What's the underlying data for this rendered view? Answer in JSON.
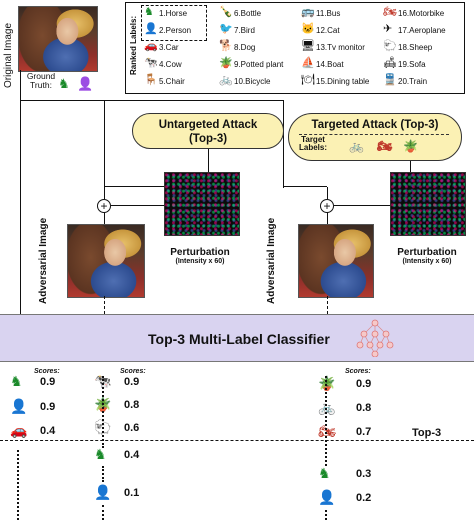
{
  "left_labels": {
    "original_image": "Original Image",
    "ground_truth": "Ground\nTruth:",
    "adversarial_image": "Adversarial Image"
  },
  "ranked_labels": {
    "title": "Ranked Labels:",
    "items": [
      {
        "text": "1.Horse",
        "icon": "horse-icon",
        "glyph": "♞",
        "color": "#1a8a2a"
      },
      {
        "text": "2.Person",
        "icon": "person-icon",
        "glyph": "👤",
        "color": "#1a8a2a"
      },
      {
        "text": "3.Car",
        "icon": "car-icon",
        "glyph": "🚗",
        "color": "#111111"
      },
      {
        "text": "4.Cow",
        "icon": "cow-icon",
        "glyph": "🐄",
        "color": "#111111"
      },
      {
        "text": "5.Chair",
        "icon": "chair-icon",
        "glyph": "🪑",
        "color": "#111111"
      },
      {
        "text": "6.Bottle",
        "icon": "bottle-icon",
        "glyph": "🍾",
        "color": "#111111"
      },
      {
        "text": "7.Bird",
        "icon": "bird-icon",
        "glyph": "🐦",
        "color": "#111111"
      },
      {
        "text": "8.Dog",
        "icon": "dog-icon",
        "glyph": "🐕",
        "color": "#111111"
      },
      {
        "text": "9.Potted plant",
        "icon": "potted-plant-icon",
        "glyph": "🪴",
        "color": "#c0392b"
      },
      {
        "text": "10.Bicycle",
        "icon": "bicycle-icon",
        "glyph": "🚲",
        "color": "#c0392b"
      },
      {
        "text": "11.Bus",
        "icon": "bus-icon",
        "glyph": "🚌",
        "color": "#111111"
      },
      {
        "text": "12.Cat",
        "icon": "cat-icon",
        "glyph": "🐱",
        "color": "#111111"
      },
      {
        "text": "13.Tv monitor",
        "icon": "tv-monitor-icon",
        "glyph": "🖥",
        "color": "#111111"
      },
      {
        "text": "14.Boat",
        "icon": "boat-icon",
        "glyph": "⛵",
        "color": "#111111"
      },
      {
        "text": "15.Dining table",
        "icon": "dining-table-icon",
        "glyph": "🍽",
        "color": "#111111"
      },
      {
        "text": "16.Motorbike",
        "icon": "motorbike-icon",
        "glyph": "🏍",
        "color": "#c0392b"
      },
      {
        "text": "17.Aeroplane",
        "icon": "aeroplane-icon",
        "glyph": "✈",
        "color": "#111111"
      },
      {
        "text": "18.Sheep",
        "icon": "sheep-icon",
        "glyph": "🐑",
        "color": "#111111"
      },
      {
        "text": "19.Sofa",
        "icon": "sofa-icon",
        "glyph": "🛋",
        "color": "#111111"
      },
      {
        "text": "20.Train",
        "icon": "train-icon",
        "glyph": "🚆",
        "color": "#111111"
      }
    ]
  },
  "untargeted": {
    "title_line1": "Untargeted Attack",
    "title_line2": "(Top-3)"
  },
  "targeted": {
    "title": "Targeted Attack (Top-3)",
    "target_labels": "Target\nLabels:"
  },
  "perturbation": {
    "label": "Perturbation",
    "intensity": "(Intensity x 60)"
  },
  "classifier": {
    "title": "Top-3 Multi-Label Classifier"
  },
  "scores_header": "Scores:",
  "top3_label": "Top-3",
  "scores": {
    "original": [
      {
        "icon": "horse-icon",
        "glyph": "♞",
        "color": "#1a8a2a",
        "value": "0.9"
      },
      {
        "icon": "person-icon",
        "glyph": "👤",
        "color": "#1a8a2a",
        "value": "0.9"
      },
      {
        "icon": "car-icon",
        "glyph": "🚗",
        "color": "#111111",
        "value": "0.4"
      }
    ],
    "untargeted": [
      {
        "icon": "cow-icon",
        "glyph": "🐄",
        "color": "#111111",
        "value": "0.9"
      },
      {
        "icon": "potted-plant-icon",
        "glyph": "🪴",
        "color": "#111111",
        "value": "0.8"
      },
      {
        "icon": "sheep-icon",
        "glyph": "🐑",
        "color": "#111111",
        "value": "0.6"
      },
      {
        "icon": "horse-icon",
        "glyph": "♞",
        "color": "#1a8a2a",
        "value": "0.4"
      },
      {
        "icon": "person-icon",
        "glyph": "👤",
        "color": "#1a8a2a",
        "value": "0.1"
      }
    ],
    "targeted": [
      {
        "icon": "potted-plant-icon",
        "glyph": "🪴",
        "color": "#c0392b",
        "value": "0.9"
      },
      {
        "icon": "bicycle-icon",
        "glyph": "🚲",
        "color": "#c0392b",
        "value": "0.8"
      },
      {
        "icon": "motorbike-icon",
        "glyph": "🏍",
        "color": "#c0392b",
        "value": "0.7"
      },
      {
        "icon": "horse-icon",
        "glyph": "♞",
        "color": "#1a8a2a",
        "value": "0.3"
      },
      {
        "icon": "person-icon",
        "glyph": "👤",
        "color": "#1a8a2a",
        "value": "0.2"
      }
    ]
  }
}
